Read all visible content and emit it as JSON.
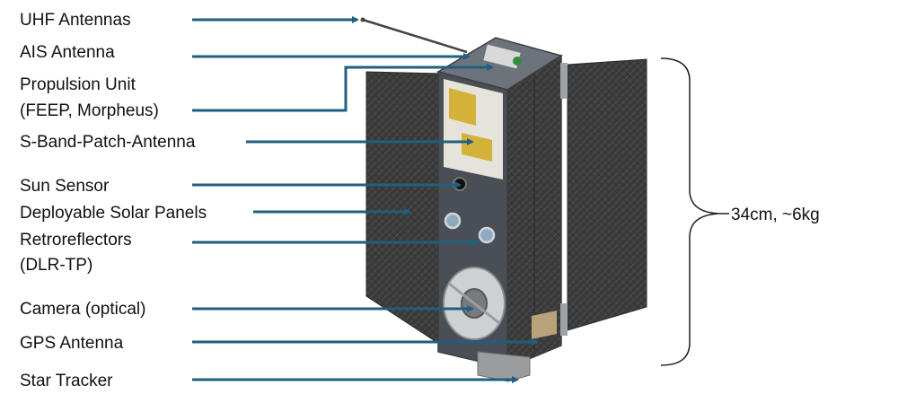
{
  "colors": {
    "arrow": "#1f5f7f",
    "panel": "#3f3f3f",
    "frame": "#5e646b",
    "face_plate": "#e6e3da",
    "patch": "#d4b23a",
    "bracket": "#222222"
  },
  "labels": [
    {
      "id": "uhf",
      "text": "UHF Antennas"
    },
    {
      "id": "ais",
      "text": "AIS Antenna"
    },
    {
      "id": "propulsion-1",
      "text": "Propulsion Unit"
    },
    {
      "id": "propulsion-2",
      "text": "(FEEP, Morpheus)"
    },
    {
      "id": "sband",
      "text": "S-Band-Patch-Antenna"
    },
    {
      "id": "sun",
      "text": "Sun Sensor"
    },
    {
      "id": "solar",
      "text": "Deployable Solar Panels"
    },
    {
      "id": "retro-1",
      "text": "Retroreflectors"
    },
    {
      "id": "retro-2",
      "text": "(DLR-TP)"
    },
    {
      "id": "camera",
      "text": "Camera (optical)"
    },
    {
      "id": "gps",
      "text": "GPS Antenna"
    },
    {
      "id": "star",
      "text": "Star Tracker"
    }
  ],
  "dimension": "34cm, ~6kg"
}
